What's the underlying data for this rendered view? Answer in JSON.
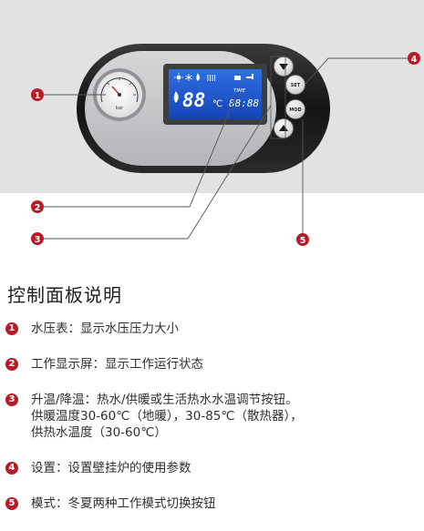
{
  "panel": {
    "gauge": {
      "unit": "bar"
    },
    "display": {
      "temperature": "88",
      "temp_unit": "℃",
      "time_label": "TIME",
      "time_value": "88:88",
      "icons": [
        "sun-icon",
        "snowflake-icon",
        "flame-icon",
        "radiator-icon",
        "faucet-icon",
        "flame-icon"
      ]
    },
    "buttons": {
      "set": "SET",
      "mod": "MOD"
    },
    "callouts": [
      "1",
      "2",
      "3",
      "4",
      "5"
    ]
  },
  "section_title": "控制面板说明",
  "items": [
    {
      "num": "1",
      "label": "水压表：",
      "text": "显示水压压力大小"
    },
    {
      "num": "2",
      "label": "工作显示屏：",
      "text": "显示工作运行状态"
    },
    {
      "num": "3",
      "label": "升温/降温：",
      "text": "热水/供暖或生活热水水温调节按钮。",
      "sub": [
        "供暖温度30-60℃（地暖），30-85℃（散热器），",
        "供热水温度（30-60℃）"
      ]
    },
    {
      "num": "4",
      "label": "设置：",
      "text": "设置壁挂炉的使用参数"
    },
    {
      "num": "5",
      "label": "模式：",
      "text": "冬夏两种工作模式切换按钮"
    }
  ]
}
